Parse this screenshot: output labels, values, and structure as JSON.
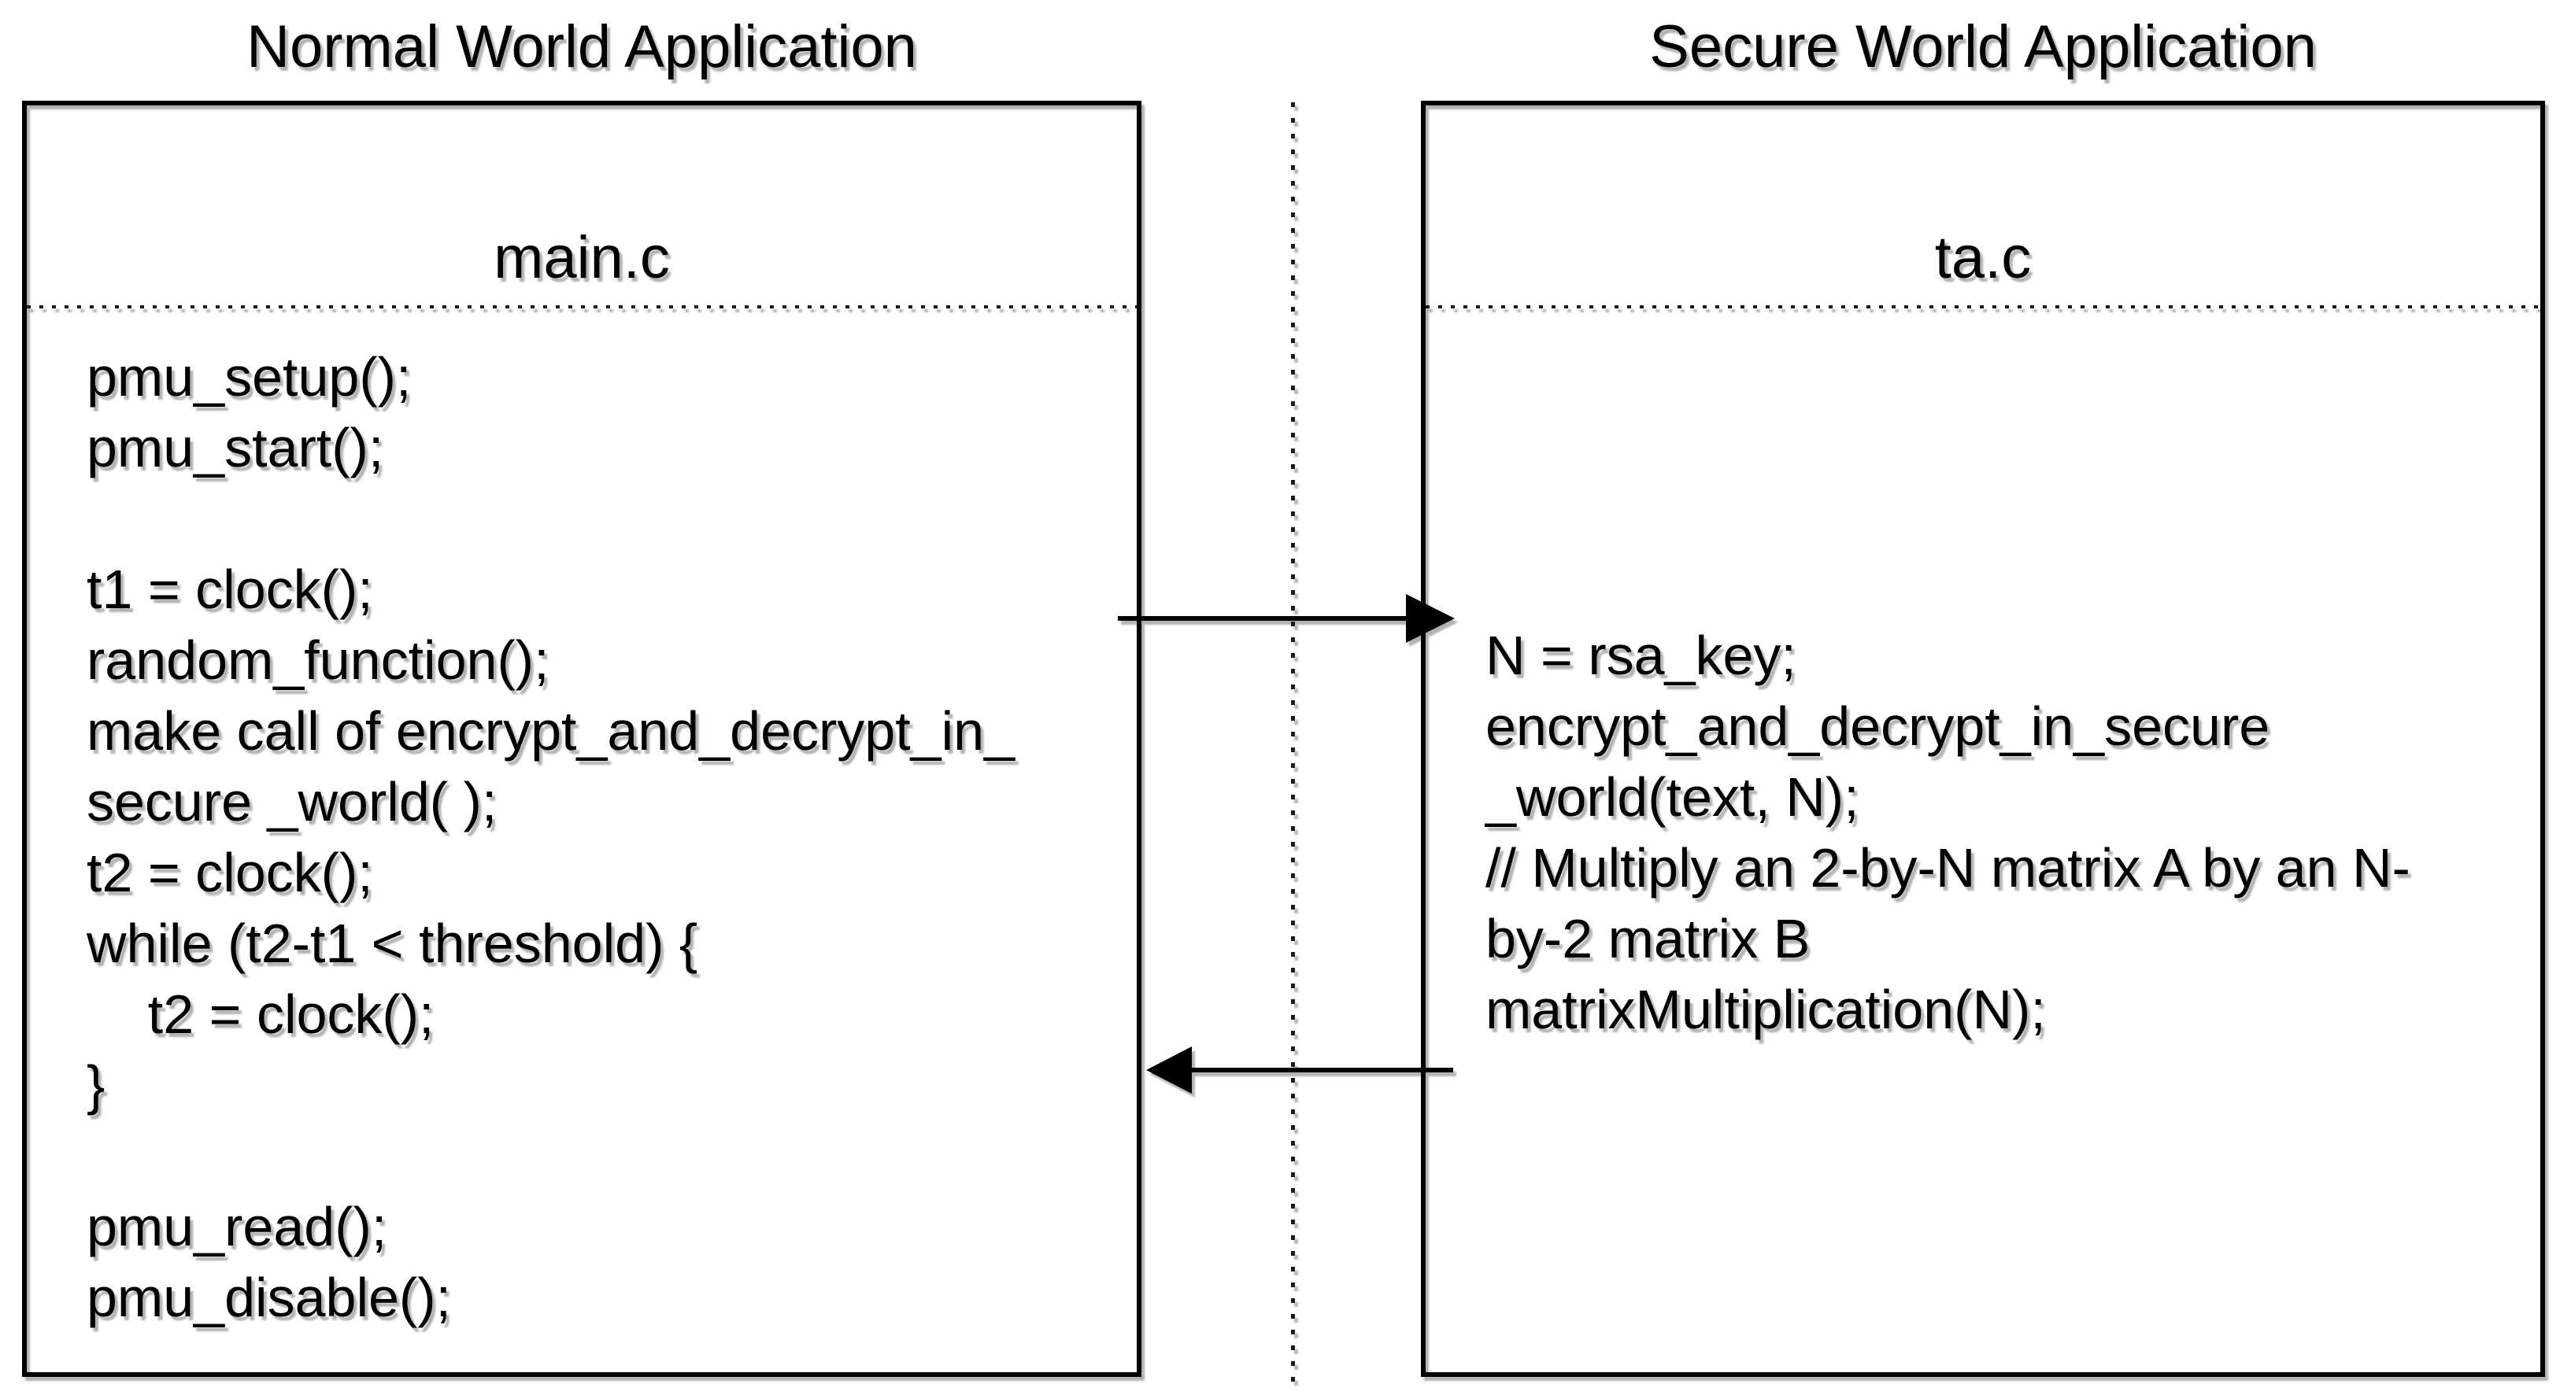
{
  "colors": {
    "ink": "#000000",
    "paper": "#ffffff"
  },
  "left_panel": {
    "title": "Normal World Application",
    "file_label": "main.c",
    "code_lines": [
      "pmu_setup();",
      "pmu_start();",
      "",
      "t1 = clock();",
      "random_function();",
      "make call of encrypt_and_decrypt_in_",
      "secure _world( );",
      "t2 = clock();",
      "while (t2-t1 < threshold) {",
      "    t2 = clock();",
      "}",
      "",
      "pmu_read();",
      "pmu_disable();"
    ]
  },
  "right_panel": {
    "title": "Secure World Application",
    "file_label": "ta.c",
    "code_lines": [
      "N = rsa_key;",
      "encrypt_and_decrypt_in_secure",
      "_world(text, N);",
      "// Multiply an 2-by-N matrix A by an N-",
      "by-2 matrix B",
      "matrixMultiplication(N);"
    ]
  }
}
